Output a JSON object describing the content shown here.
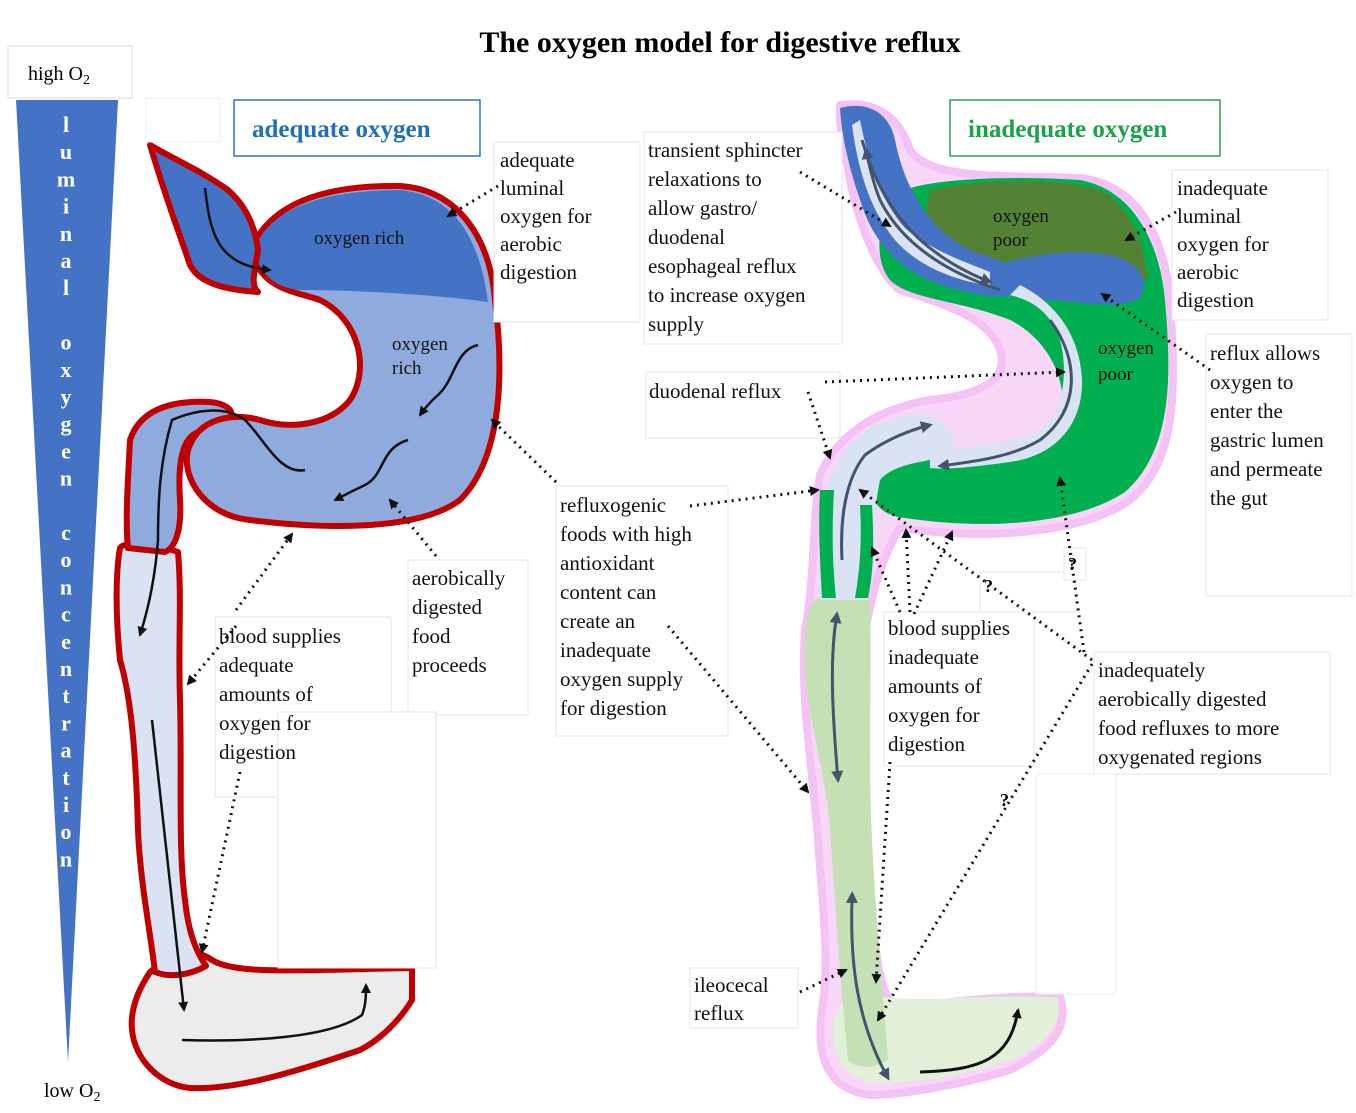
{
  "title": "The oxygen model for digestive reflux",
  "gradient": {
    "top_label": "high O",
    "top_sub": "2",
    "bottom_label": "low O",
    "bottom_sub": "2",
    "vertical_text": "luminal oxygen concentration"
  },
  "left": {
    "header": "adequate oxygen",
    "stomach_top_label": "oxygen rich",
    "stomach_mid_label_1": "oxygen",
    "stomach_mid_label_2": "rich",
    "callout_adequate_luminal": [
      "adequate",
      "luminal",
      "oxygen for",
      "aerobic",
      "digestion"
    ],
    "callout_blood_adequate": [
      "blood supplies",
      "adequate",
      "amounts of",
      "oxygen for",
      "digestion"
    ],
    "callout_aerobically": [
      "aerobically",
      "digested",
      "food",
      "proceeds"
    ]
  },
  "center": {
    "callout_refluxogenic": [
      "refluxogenic",
      "foods with high",
      "antioxidant",
      "content can",
      "create an",
      "inadequate",
      "oxygen supply",
      "for digestion"
    ]
  },
  "right": {
    "header": "inadequate oxygen",
    "stomach_top_label_1": "oxygen",
    "stomach_top_label_2": "poor",
    "stomach_mid_label_1": "oxygen",
    "stomach_mid_label_2": "poor",
    "callout_transient": [
      "transient sphincter",
      "relaxations to",
      "allow gastro/",
      "duodenal",
      "esophageal reflux",
      "to increase oxygen",
      "supply"
    ],
    "callout_inadequate_luminal": [
      "inadequate",
      "luminal",
      "oxygen for",
      "aerobic",
      "digestion"
    ],
    "callout_reflux_allows": [
      "reflux allows",
      "oxygen to",
      "enter the",
      "gastric lumen",
      "and permeate",
      "the gut"
    ],
    "callout_duodenal": "duodenal reflux",
    "callout_blood_inadequate": [
      "blood supplies",
      "inadequate",
      "amounts of",
      "oxygen for",
      "digestion"
    ],
    "callout_inadequately": [
      "inadequately",
      "aerobically digested",
      "food refluxes to more",
      "oxygenated regions"
    ],
    "callout_ileocecal": [
      "ileocecal",
      "reflux"
    ],
    "question_marks": [
      "?",
      "?",
      "?"
    ]
  },
  "colors": {
    "dark_blue": "#4472c4",
    "mid_blue": "#8faadc",
    "light_blue": "#dae3f3",
    "pale_gray": "#ececec",
    "red_outline": "#c00000",
    "pink_outline": "#f4c2f4",
    "green": "#00b050",
    "dark_green": "#548235",
    "pale_green": "#c5e0b4",
    "very_pale_green": "#e2f0d9",
    "header_blue": "#1e6fc0",
    "header_green": "#1aa34a"
  }
}
